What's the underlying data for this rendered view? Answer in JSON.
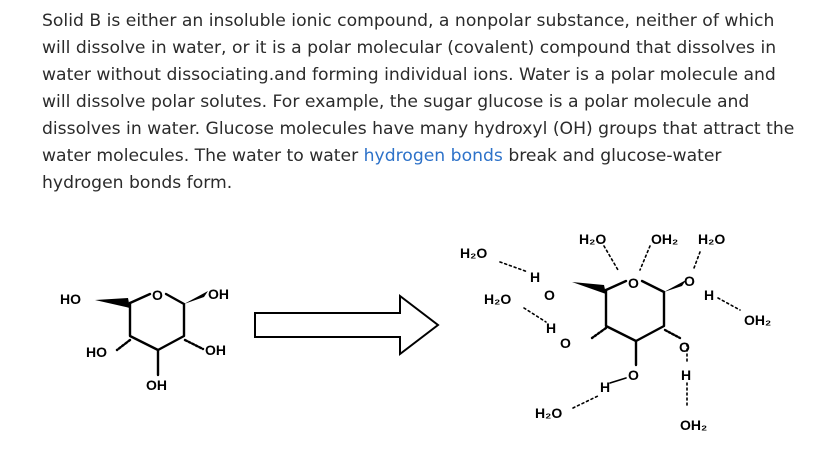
{
  "paragraph": {
    "text_part1": "Solid B is either an insoluble ionic compound, a nonpolar substance, neither of which will dissolve in water, or it is a polar molecular (covalent) compound that dissolves in water without dissociating.and forming individual ions. Water is a polar molecule and will dissolve polar solutes. For example, the sugar glucose is a polar molecule and dissolves in water. Glucose molecules have many hydroxyl (OH) groups that attract the water molecules. The water to water ",
    "link_text": "hydrogen bonds",
    "text_part2": " break and glucose-water hydrogen bonds form."
  },
  "left_molecule": {
    "ring_oxygen": "O",
    "ho_left": "HO",
    "oh_top_right": "OH",
    "ho_bottom_left": "HO",
    "oh_bottom_right": "OH",
    "oh_bottom": "OH"
  },
  "right_molecule": {
    "water_top_1": "H₂O",
    "water_top_2": "OH₂",
    "water_top_3": "H₂O",
    "water_left_1": "H₂O",
    "water_left_2": "H₂O",
    "water_right": "OH₂",
    "water_bottom_left": "H₂O",
    "water_bottom_right": "OH₂",
    "ring_oxygen": "O",
    "h_label": "H",
    "o_label": "O"
  }
}
